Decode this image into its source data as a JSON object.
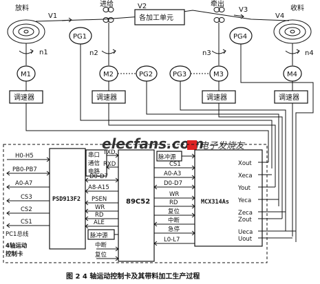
{
  "top": {
    "unwind": "放料",
    "feed": "进给",
    "pull_out": "牵出",
    "rewind": "收料",
    "process_unit": "各加工单元",
    "v1": "V1",
    "v2": "V2",
    "v3": "V3",
    "v4": "V4",
    "pg1": "PG1",
    "pg2": "PG2",
    "pg3": "PG3",
    "pg4": "PG4",
    "m1": "M1",
    "m2": "M2",
    "m3": "M3",
    "m4": "M4",
    "n1": "n1",
    "n2": "n2",
    "n3": "n3",
    "n4": "n4",
    "speed": "调速器"
  },
  "watermark": {
    "site": "elecfans.com",
    "cn": "电子发烧友"
  },
  "card": {
    "psd": "PSD913F2",
    "mcu": "89C52",
    "mcx": "MCX314As",
    "serial_line1": "串口",
    "serial_line2": "通信",
    "serial_line3": "电路",
    "pulse1": "脉冲源",
    "pulse2": "脉冲源",
    "bus": "PC1总线",
    "card_label_line1": "4轴运动",
    "card_label_line2": "控制卡"
  },
  "left_signals": [
    "H0-H5",
    "PB0-PB7",
    "A0-A7",
    "CS3",
    "CS2",
    "CS1"
  ],
  "mid_signals": {
    "txd": "TXD",
    "rxd": "RXD",
    "d07": "D0-D7",
    "a815": "A8-A15",
    "psen": "PSEN",
    "wr": "WR",
    "rd": "RD",
    "ale": "ALE",
    "intr": "中断",
    "reset": "复位"
  },
  "right_bus": {
    "cs1": "CS1",
    "a03": "A0-A3",
    "d07": "D0-D7",
    "wr": "WR",
    "rd": "RD",
    "reset": "复位",
    "intr": "中断",
    "estop": "急停",
    "l07": "L0-L7"
  },
  "outputs": [
    "Xout",
    "Xeca",
    "Yout",
    "Yeca",
    "Zeca",
    "Zout",
    "Ueca",
    "Uout"
  ],
  "caption": "图 2   4 轴运动控制卡及其带料加工生产过程"
}
